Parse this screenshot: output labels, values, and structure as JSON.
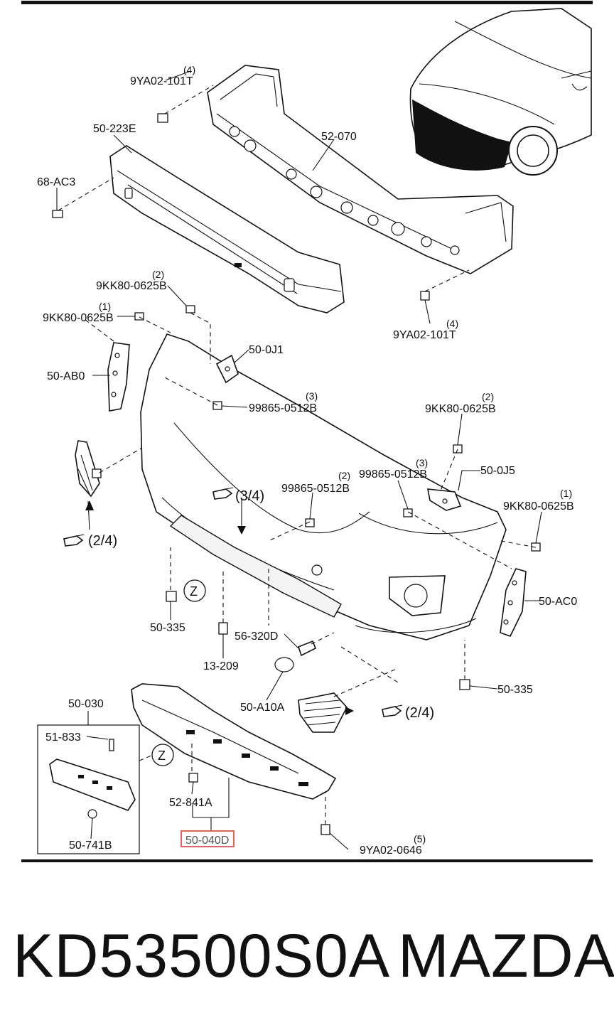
{
  "labels": {
    "p_9ya02_101t_top": "9YA02-101T",
    "q_9ya02_101t_top": "(4)",
    "p_50_223e": "50-223E",
    "p_52_070": "52-070",
    "p_68_ac3": "68-AC3",
    "p_9kk80_0625b_a": "9KK80-0625B",
    "q_9kk80_0625b_a": "(2)",
    "p_9kk80_0625b_b": "9KK80-0625B",
    "q_9kk80_0625b_b": "(1)",
    "p_9ya02_101t_bot": "9YA02-101T",
    "q_9ya02_101t_bot": "(4)",
    "p_50_0j1": "50-0J1",
    "p_50_ab0": "50-AB0",
    "p_99865_0512b_a": "99865-0512B",
    "q_99865_0512b_a": "(3)",
    "p_9kk80_0625b_c": "9KK80-0625B",
    "q_9kk80_0625b_c": "(2)",
    "p_50_0j5": "50-0J5",
    "p_99865_0512b_b": "99865-0512B",
    "q_99865_0512b_b": "(2)",
    "p_99865_0512b_c": "99865-0512B",
    "q_99865_0512b_c": "(3)",
    "p_9kk80_0625b_d": "9KK80-0625B",
    "q_9kk80_0625b_d": "(1)",
    "ref_3_4": "(3/4)",
    "ref_2_4_left": "(2/4)",
    "ref_2_4_right": "(2/4)",
    "p_50_ac0": "50-AC0",
    "p_50_335_left": "50-335",
    "p_50_335_right": "50-335",
    "z_upper": "Z",
    "z_lower": "Z",
    "p_13_209": "13-209",
    "p_56_320d": "56-320D",
    "p_50_a10a": "50-A10A",
    "p_50_030": "50-030",
    "p_51_833": "51-833",
    "p_52_841a": "52-841A",
    "p_50_040d": "50-040D",
    "p_50_741b": "50-741B",
    "p_9ya02_0646": "9YA02-0646",
    "q_9ya02_0646": "(5)"
  },
  "highlight_color": "#e53935",
  "footer": {
    "part_number": "KD53500S0A",
    "brand": "MAZDA"
  }
}
